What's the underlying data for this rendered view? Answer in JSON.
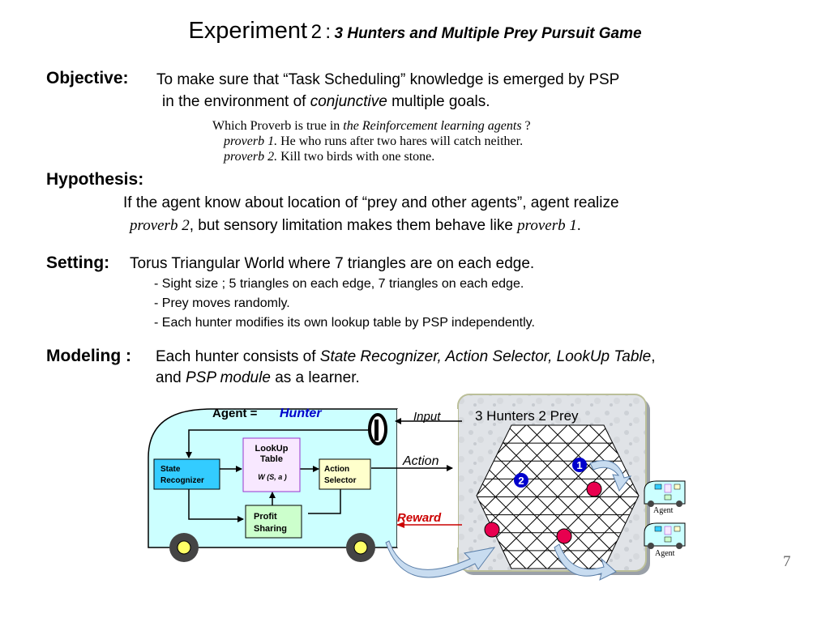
{
  "title": {
    "word": "Experiment",
    "number": "2",
    "colon": ":",
    "subtitle": "3 Hunters and Multiple Prey Pursuit Game"
  },
  "objective": {
    "label": "Objective:",
    "line1": "To make sure that  “Task Scheduling” knowledge is emerged by PSP",
    "line2_pre": "in the environment of",
    "line2_it": "conjunctive",
    "line2_post": "multiple goals.",
    "q_pre": "Which Proverb is true in",
    "q_it": "the Reinforcement learning agents",
    "q_post": "?",
    "p1_label": "proverb 1.",
    "p1_text": "He who runs after two hares will catch neither.",
    "p2_label": "proverb 2.",
    "p2_text": "Kill two birds with one stone."
  },
  "hypothesis": {
    "label": "Hypothesis:",
    "line1": "If  the agent know about  location of “prey and other agents”, agent realize",
    "line2_it1": "proverb 2",
    "line2_mid": ", but sensory limitation  makes them behave like",
    "line2_it2": "proverb 1",
    "line2_end": "."
  },
  "setting": {
    "label": "Setting:",
    "line1": "Torus  Triangular World where 7 triangles  are on each edge.",
    "bullets": [
      "- Sight size ; 5 triangles on each edge,  7 triangles on each edge.",
      "- Prey moves randomly.",
      "- Each hunter modifies its own lookup table by PSP independently."
    ]
  },
  "modeling": {
    "label": "Modeling :",
    "line1_pre": "Each hunter consists of",
    "line1_it": "State Recognizer, Action Selector, LookUp Table",
    "line1_post": ",",
    "line2_pre": "and",
    "line2_it": "PSP  module",
    "line2_post": "as a learner."
  },
  "diagram": {
    "agent_label": "Agent =",
    "hunter_label": "Hunter",
    "input": "Input",
    "action": "Action",
    "reward": "Reward",
    "lookup_1": "LookUp",
    "lookup_2": "Table",
    "w_func": "W (S, a )",
    "state_1": "State",
    "state_2": "Recognizer",
    "action_sel_1": "Action",
    "action_sel_2": "Selector",
    "profit_1": "Profit",
    "profit_2": "Sharing",
    "world_title": "3 Hunters 2 Prey",
    "hunter_1": "1",
    "hunter_2": "2",
    "agent_a": "Agent",
    "agent_b": "Agent",
    "colors": {
      "hunter_blue": "#0000cc",
      "reward_red": "#cc0000",
      "prey_pink": "#e8004f",
      "bus_cyan": "#ccffff"
    }
  },
  "page_number": "7"
}
